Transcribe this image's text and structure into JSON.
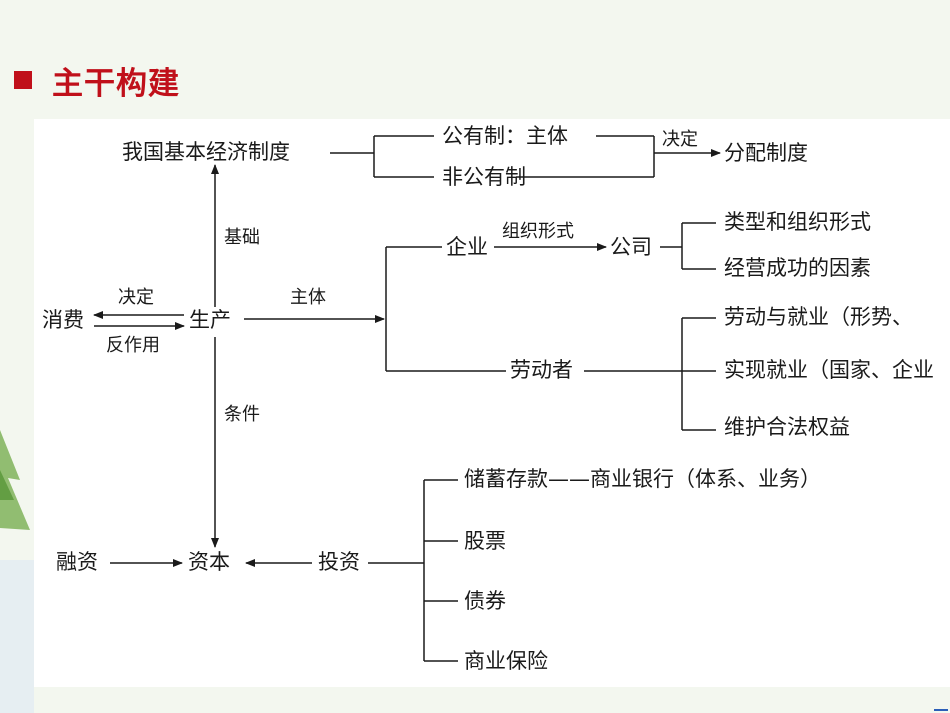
{
  "header": {
    "title": "主干构建"
  },
  "colors": {
    "title": "#c0101a",
    "line": "#1a1a1a"
  },
  "nodes": {
    "basic_system": "我国基本经济制度",
    "public": "公有制：主体",
    "non_public": "非公有制",
    "decide_top": "决定",
    "distribution": "分配制度",
    "foundation": "基础",
    "enterprise": "企业",
    "org_form": "组织形式",
    "company": "公司",
    "types_forms": "类型和组织形式",
    "success_factors": "经营成功的因素",
    "consumption": "消费",
    "decide_mid": "决定",
    "counteract": "反作用",
    "production": "生产",
    "main_body": "主体",
    "labor_employment": "劳动与就业（形势、",
    "laborer": "劳动者",
    "realize_employment": "实现就业（国家、企业",
    "protect_rights": "维护合法权益",
    "condition": "条件",
    "savings": "储蓄存款——商业银行（体系、业务）",
    "stocks": "股票",
    "financing": "融资",
    "capital": "资本",
    "investment": "投资",
    "bonds": "债券",
    "insurance": "商业保险"
  }
}
